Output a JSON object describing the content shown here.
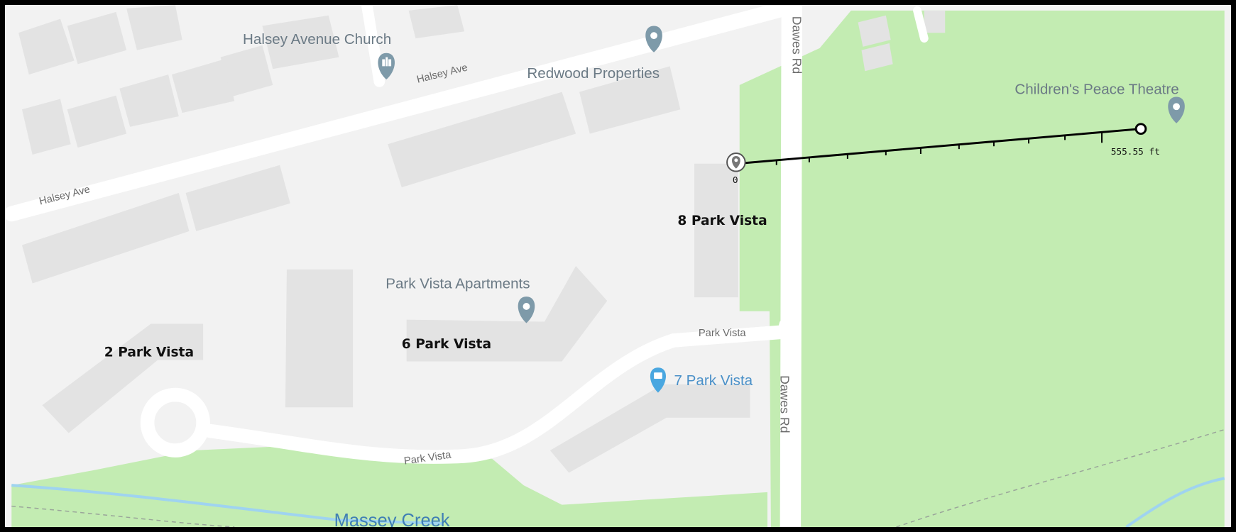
{
  "colors": {
    "background": "#f2f2f2",
    "building": "#e3e3e3",
    "road": "#ffffff",
    "park": "#c3ecb2",
    "creek": "#9fd3f0",
    "pin_grey": "#7e9aa9",
    "pin_blue": "#4aa7e0",
    "measure_line": "#000000",
    "border": "#000000"
  },
  "roads": {
    "halsey_ave_upper": "Halsey Ave",
    "halsey_ave_lower": "Halsey Ave",
    "dawes_rd_top": "Dawes Rd",
    "dawes_rd_bottom": "Dawes Rd",
    "park_vista_east": "Park Vista",
    "park_vista_west": "Park Vista"
  },
  "places": {
    "halsey_avenue_church": "Halsey Avenue Church",
    "redwood_properties": "Redwood Properties",
    "childrens_peace_theatre": "Children's Peace Theatre",
    "park_vista_apartments": "Park Vista Apartments",
    "seven_park_vista": "7 Park Vista"
  },
  "annotations": {
    "eight_park_vista": "8 Park Vista",
    "six_park_vista": "6 Park Vista",
    "two_park_vista": "2 Park Vista"
  },
  "water": {
    "massey_creek": "Massey Creek"
  },
  "measurement": {
    "start_label": "0",
    "end_label": "555.55 ft",
    "start_icon": "map-pin-icon",
    "end_icon": "ring-marker-icon"
  },
  "icons": {
    "church_pin": "church-pin-icon",
    "place_pin": "map-pin-icon",
    "selected_place_pin": "speech-bubble-pin-icon"
  }
}
